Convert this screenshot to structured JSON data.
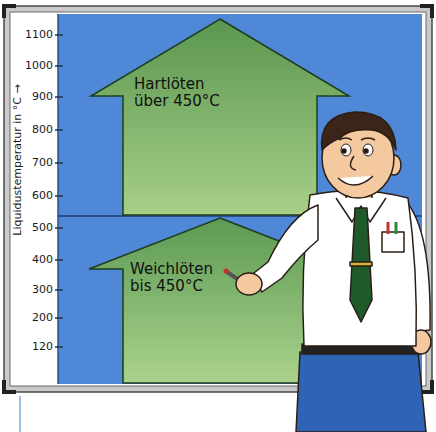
{
  "diagram": {
    "nodes": [
      {
        "text": [
          "Hartlöten über 450°C"
        ]
      },
      {
        "text": [
          "Weichlöten bis 450°C"
        ]
      }
    ],
    "labels": [
      "Liquidustemperatur in °C →",
      "1100",
      "1000",
      "900",
      "800",
      "700",
      "600",
      "500",
      "400",
      "300",
      "200",
      "120"
    ]
  }
}
